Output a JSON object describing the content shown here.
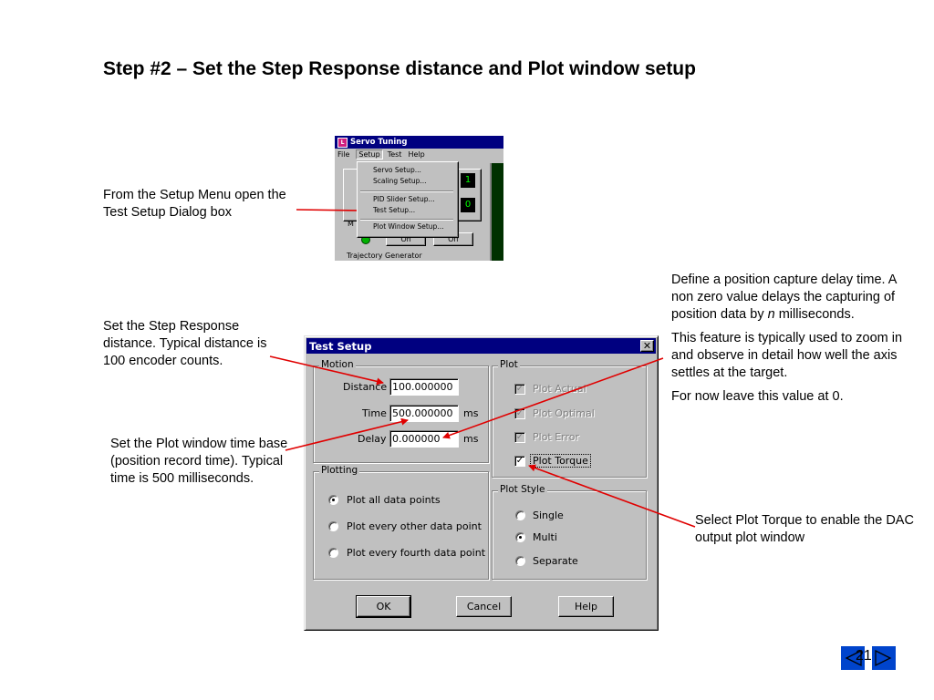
{
  "title": "Step #2 – Set the Step Response distance and Plot window setup",
  "notes": {
    "setup_menu": "From the Setup Menu open the Test Setup Dialog box",
    "step_response": "Set the Step Response distance. Typical distance is 100 encoder counts.",
    "plot_time": "Set the Plot window time base (position record time). Typical time is 500 milliseconds.",
    "delay_p1_a": "Define a position capture delay time. A non zero value delays the capturing of position data by",
    "delay_p1_n": "n",
    "delay_p1_b": "milliseconds.",
    "delay_p2": "This feature is typically used to zoom in and observe in detail how well the axis settles at the target.",
    "delay_p3": "For now leave this value at 0.",
    "torque": "Select Plot Torque to enable the DAC output plot window"
  },
  "servo": {
    "title": "Servo Tuning",
    "menu": [
      "File",
      "Setup",
      "Test",
      "Help"
    ],
    "dropdown": [
      "Servo Setup...",
      "Scaling Setup...",
      "PID Slider Setup...",
      "Test Setup...",
      "Plot Window Setup..."
    ],
    "led1": "1",
    "led2": "0",
    "group_m": "M",
    "on": "On",
    "off": "Off",
    "traj": "Trajectory Generator"
  },
  "dialog": {
    "title": "Test Setup",
    "close": "✕",
    "motion": {
      "label": "Motion",
      "distance_label": "Distance",
      "distance": "100.000000",
      "time_label": "Time",
      "time": "500.000000",
      "delay_label": "Delay",
      "delay": "0.000000",
      "ms": "ms"
    },
    "plot": {
      "label": "Plot",
      "actual": "Plot Actual",
      "optimal": "Plot Optimal",
      "error": "Plot Error",
      "torque": "Plot Torque",
      "check": "✓"
    },
    "plotting": {
      "label": "Plotting",
      "opt1": "Plot all data points",
      "opt2": "Plot every other data point",
      "opt3": "Plot every fourth data point"
    },
    "style": {
      "label": "Plot Style",
      "single": "Single",
      "multi": "Multi",
      "separate": "Separate"
    },
    "buttons": {
      "ok": "OK",
      "cancel": "Cancel",
      "help": "Help"
    }
  },
  "page_number": "21",
  "colors": {
    "arrow": "#e00000",
    "titlebar": "#000080",
    "nav": "#0044cc"
  }
}
